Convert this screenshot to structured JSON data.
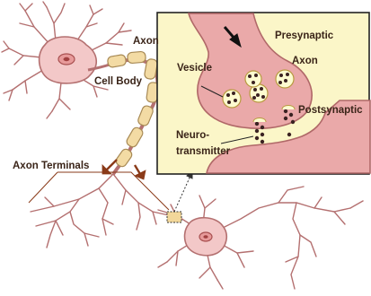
{
  "labels": {
    "axon": "Axon",
    "cell_body": "Cell Body",
    "axon_terminals": "Axon Terminals",
    "presynaptic_line1": "Presynaptic",
    "presynaptic_line2": "Axon",
    "vesicle": "Vesicle",
    "postsynaptic": "Postsynaptic",
    "neuro_line1": "Neuro-",
    "neuro_line2": "transmitter"
  },
  "colors": {
    "cell_fill": "#f3c8c8",
    "cell_outline": "#b47070",
    "myelin_fill": "#f3dba4",
    "myelin_outline": "#a88a55",
    "inset_background": "#fbf6c8",
    "inset_border": "#222222",
    "vesicle_fill": "#fdfbd0",
    "neurotransmitter_dot": "#3b2222",
    "arrow": "#8a3a18",
    "label_text": "#3a2418"
  }
}
